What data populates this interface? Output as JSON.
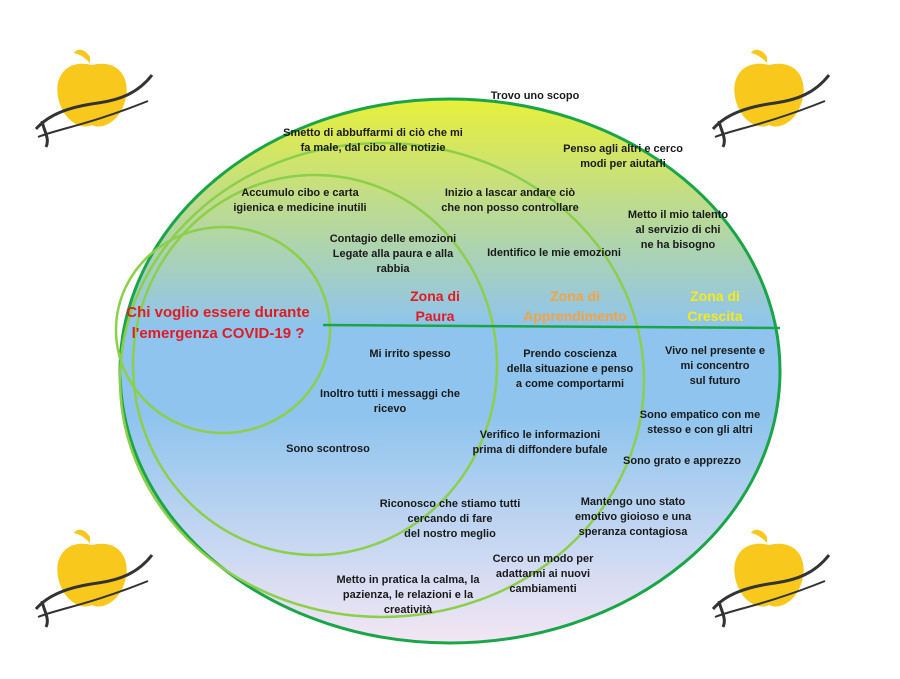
{
  "central_question": "Chi voglio essere durante\nl'emergenza COVID-19 ?",
  "zones": {
    "fear": "Zona di\nPaura",
    "learning": "Zona di\nApprendimento",
    "growth": "Zona di\nCrescita"
  },
  "labels": {
    "trovo_scopo": "Trovo uno scopo",
    "smetto_abbuffarmi": "Smetto di abbuffarmi di ciò che mi\nfa male, dal cibo alle notizie",
    "penso_altri": "Penso agli altri e cerco\nmodi per aiutarli",
    "accumulo_cibo": "Accumulo cibo e carta\nigienica e medicine inutili",
    "inizio_lasciar": "Inizio a lascar andare ciò\nche non posso controllare",
    "metto_talento": "Metto il mio talento\nal servizio di chi\nne ha bisogno",
    "contagio_emozioni": "Contagio delle emozioni\nLegate alla paura e alla\nrabbia",
    "identifico_emozioni": "Identifico le mie emozioni",
    "mi_irrito": "Mi irrito spesso",
    "prendo_coscienza": "Prendo coscienza\ndella situazione e penso\na come comportarmi",
    "vivo_presente": "Vivo nel presente e\nmi concentro\nsul futuro",
    "inoltro_messaggi": "Inoltro tutti i messaggi che\nricevo",
    "sono_empatico": "Sono empatico con me\nstesso e con gli altri",
    "verifico_info": "Verifico le informazioni\nprima di diffondere bufale",
    "sono_scontroso": "Sono scontroso",
    "sono_grato": "Sono grato e apprezzo",
    "mantengo_stato": "Mantengo uno stato\nemotivo gioioso e una\nsperanza contagiosa",
    "riconosco": "Riconosco che stiamo tutti\ncercando di fare\ndel nostro meglio",
    "cerco_modo": "Cerco un modo per\nadattarmi ai nuovi\ncambiamenti",
    "metto_pratica": "Metto in pratica la calma, la\npazienza, le relazioni e la\ncreatività"
  },
  "colors": {
    "background_top": "#e8f03a",
    "background_mid": "#8ec4ee",
    "background_bottom": "#f3e6f4",
    "ring_stroke": "#8ccf4a",
    "outer_stroke": "#1aa548",
    "fear_text": "#e11b22",
    "learning_text": "#f4a340",
    "growth_text": "#f6ea1a",
    "central_text": "#e11b22",
    "logo_apple": "#f8c81d"
  },
  "logo_icon": "apple-logo-icon"
}
